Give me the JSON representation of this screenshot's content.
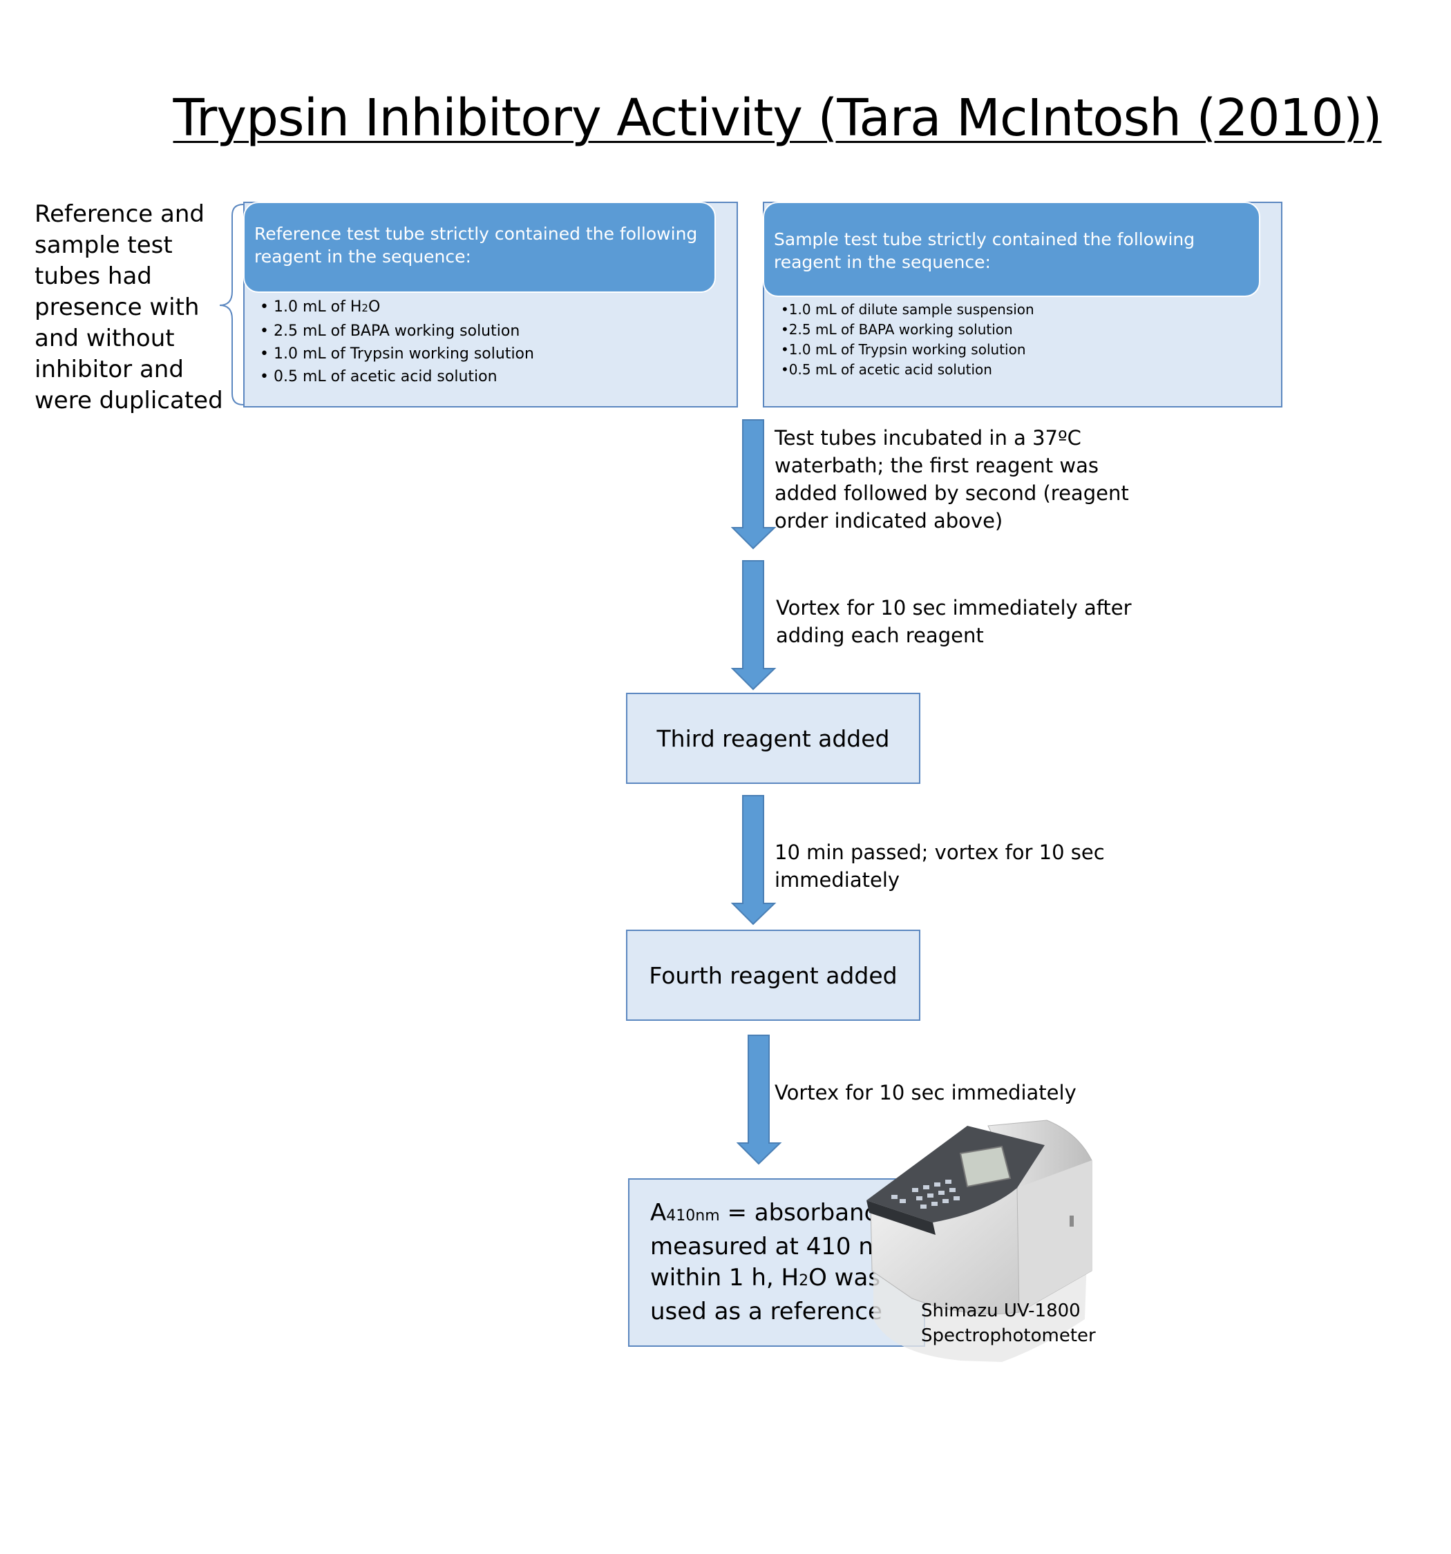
{
  "title": "Trypsin Inhibitory Activity (Tara McIntosh (2010))",
  "side_note": "Reference and sample test tubes had presence with and without inhibitor and were duplicated",
  "reference": {
    "header": "Reference test tube strictly contained the following reagent in the sequence:",
    "items": [
      {
        "bullet": "• ",
        "pre": "1.0 mL of H",
        "sub": "2",
        "post": "O"
      },
      {
        "bullet": "• ",
        "pre": "2.5 mL of BAPA working solution",
        "sub": "",
        "post": ""
      },
      {
        "bullet": "• ",
        "pre": "1.0 mL of Trypsin working solution",
        "sub": "",
        "post": ""
      },
      {
        "bullet": "• ",
        "pre": "0.5 mL of acetic acid solution",
        "sub": "",
        "post": ""
      }
    ]
  },
  "sample": {
    "header": "Sample test tube strictly contained the following reagent in the sequence:",
    "items": [
      "•1.0 mL of dilute sample suspension",
      "•2.5 mL of BAPA working solution",
      "•1.0 mL of Trypsin working solution",
      "•0.5 mL of acetic acid solution"
    ]
  },
  "steps": {
    "incubate": "Test tubes incubated in a 37ºC waterbath; the first reagent was added followed by second (reagent order indicated above)",
    "vortex_each": "Vortex for 10 sec immediately after adding each reagent",
    "third": "Third reagent added",
    "ten_min": "10 min passed; vortex for 10 sec immediately",
    "fourth": "Fourth reagent added",
    "vortex_final": "Vortex for 10 sec immediately"
  },
  "result": {
    "a": "A",
    "a_sub": "410nm",
    "line1_rest": " = absorbance",
    "line2": "measured at 410 nm",
    "line3_pre": "within 1 h, H",
    "line3_sub": "2",
    "line3_post": "O was",
    "line4": "used as a reference"
  },
  "device": {
    "caption_line1": "Shimazu UV-1800",
    "caption_line2": "Spectrophotometer"
  },
  "colors": {
    "header_fill": "#5b9bd5",
    "panel_fill": "#dde8f5",
    "border": "#5b87c0",
    "arrow": "#5b9bd5"
  }
}
